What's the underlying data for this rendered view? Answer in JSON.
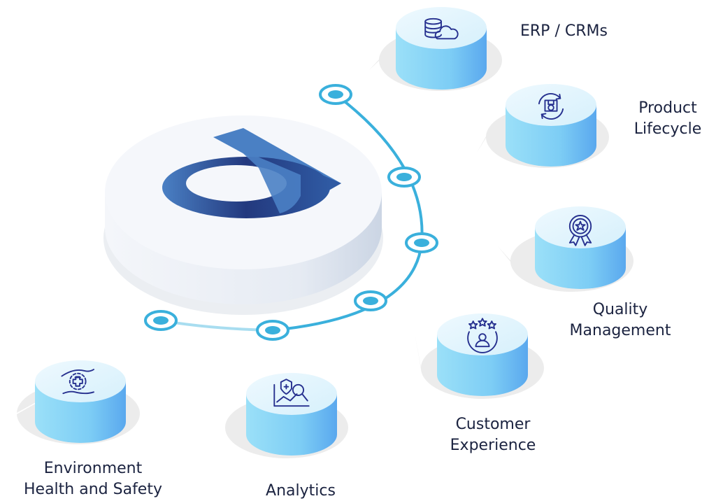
{
  "center": {
    "logo": "platform-logo"
  },
  "colors": {
    "accent": "#3ab0dc",
    "icon": "#26308f",
    "text": "#1b2340",
    "logo_dark": "#253f86",
    "logo_light": "#4a80c4"
  },
  "nodes": [
    {
      "id": "erp",
      "label_lines": [
        "ERP / CRMs"
      ],
      "icon": "database-cloud-icon"
    },
    {
      "id": "plm",
      "label_lines": [
        "Product",
        "Lifecycle"
      ],
      "icon": "product-cycle-icon"
    },
    {
      "id": "qm",
      "label_lines": [
        "Quality",
        "Management"
      ],
      "icon": "award-badge-icon"
    },
    {
      "id": "cx",
      "label_lines": [
        "Customer",
        "Experience"
      ],
      "icon": "customer-stars-icon"
    },
    {
      "id": "an",
      "label_lines": [
        "Analytics"
      ],
      "icon": "analytics-chart-icon"
    },
    {
      "id": "ehs",
      "label_lines": [
        "Environment",
        "Health and Safety"
      ],
      "icon": "hands-health-icon"
    }
  ]
}
